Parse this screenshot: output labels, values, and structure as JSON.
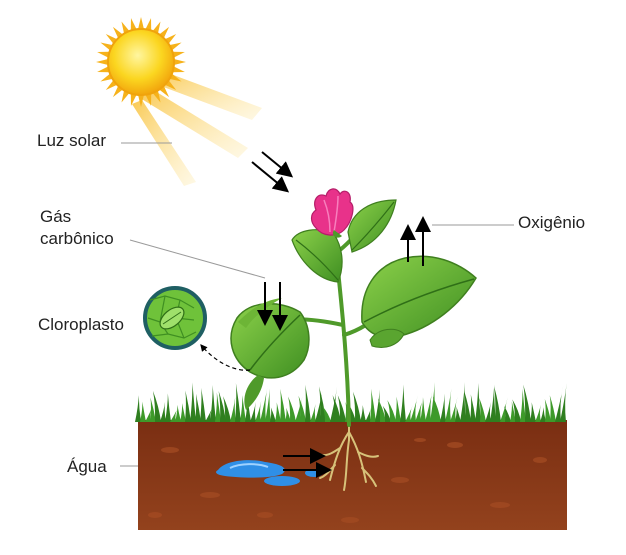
{
  "labels": {
    "sunlight": "Luz solar",
    "co2_line1": "Gás",
    "co2_line2": "carbônico",
    "oxygen": "Oxigênio",
    "chloroplast": "Cloroplasto",
    "water": "Água"
  },
  "colors": {
    "sun": "#f9c80e",
    "sun_rays": "#f6b21b",
    "leaf": "#5aa530",
    "leaf_dark": "#3f7f1f",
    "flower": "#e8328a",
    "soil": "#8b3a1a",
    "grass": "#3e9a2a",
    "water": "#2f8fe6",
    "chloroplast_ring": "#1f5f63"
  },
  "icons": [
    "sun-icon",
    "flower-icon",
    "chloroplast-icon",
    "arrow-icon"
  ]
}
